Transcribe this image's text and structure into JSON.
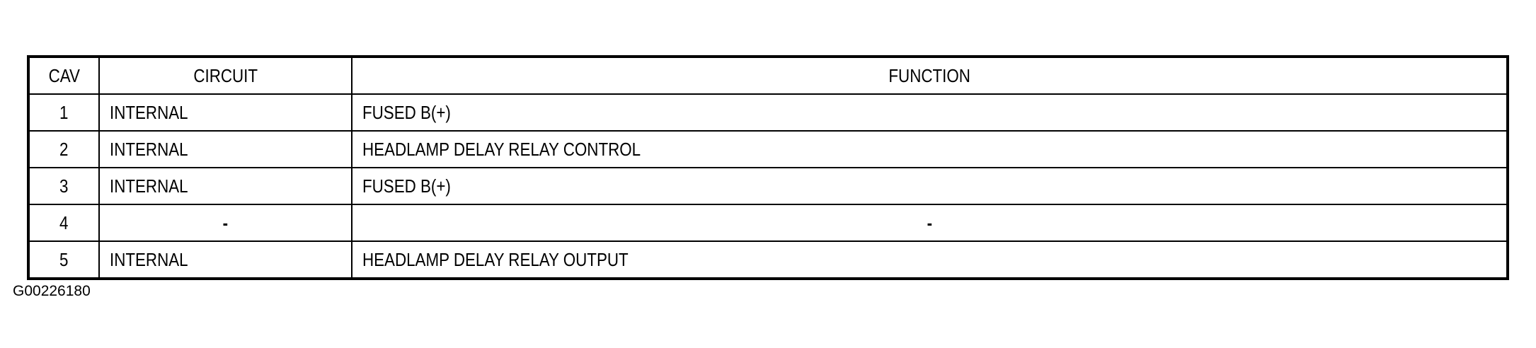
{
  "table": {
    "headers": {
      "cav": "CAV",
      "circuit": "CIRCUIT",
      "function": "FUNCTION"
    },
    "rows": [
      {
        "cav": "1",
        "circuit": "INTERNAL",
        "function": "FUSED B(+)"
      },
      {
        "cav": "2",
        "circuit": "INTERNAL",
        "function": "HEADLAMP DELAY RELAY CONTROL"
      },
      {
        "cav": "3",
        "circuit": "INTERNAL",
        "function": "FUSED B(+)"
      },
      {
        "cav": "4",
        "circuit": "-",
        "function": "-"
      },
      {
        "cav": "5",
        "circuit": "INTERNAL",
        "function": "HEADLAMP DELAY RELAY OUTPUT"
      }
    ]
  },
  "figure_id": "G00226180"
}
